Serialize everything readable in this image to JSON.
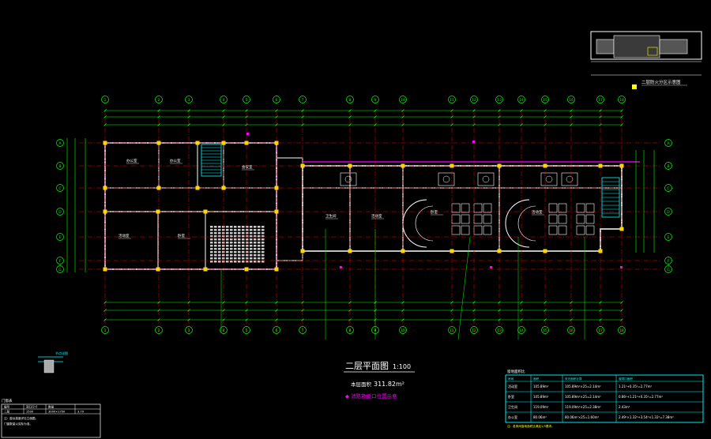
{
  "drawing": {
    "title": "二层平面图",
    "scale": "1:100",
    "area_label": "本层面积",
    "area_value": "311.82m²",
    "note_magenta": "◆ 消防救援口位置示意"
  },
  "key_plan": {
    "caption": "二层防火分区示意图"
  },
  "grid_columns": [
    "1",
    "2",
    "3",
    "4",
    "5",
    "6",
    "7",
    "8",
    "9",
    "10",
    "11",
    "12",
    "13",
    "14",
    "15",
    "16",
    "17",
    "18"
  ],
  "grid_rows": [
    "A",
    "B",
    "C",
    "D",
    "E",
    "F",
    "G",
    "H"
  ],
  "rooms": [
    {
      "name": "办公室"
    },
    {
      "name": "办公室"
    },
    {
      "name": "会议室"
    },
    {
      "name": "活动室"
    },
    {
      "name": "卧室"
    },
    {
      "name": "卫生间"
    },
    {
      "name": "活动室"
    },
    {
      "name": "卧室"
    },
    {
      "name": "活动室"
    }
  ],
  "ratio_table": {
    "header": "窗地面积比",
    "columns": [
      "房间",
      "面积",
      "采光面积计算",
      "窗洞口面积"
    ],
    "rows": [
      [
        "活动室",
        "105.89m²",
        "105.89m²×25=2.14m²",
        "1.21²+0.35²=2.77m²"
      ],
      [
        "卧室",
        "105.89m²",
        "105.89m²×25=2.14m²",
        "0.86²+1.21²+0.35²=2.77m²"
      ],
      [
        "卫生间",
        "119.09m²",
        "119.09m²×25=2.38m²",
        "2.43m²"
      ],
      [
        "办公室",
        "80.06m²",
        "80.06m²×25=1.60m²",
        "2.49²×1.32²+3.54²×1.32²=7.38m²"
      ]
    ],
    "footnote": "注：各房间窗地面积比满足1/5要求。"
  },
  "detail_small": {
    "label": "节点详图"
  },
  "left_table": {
    "header": "门窗表",
    "row_label": "二层",
    "cols": [
      "编号",
      "洞口尺寸",
      "数量"
    ],
    "values": [
      "1500",
      "3000×1750",
      "3.79"
    ],
    "notes": [
      "注：窗台高度详见立面图。",
      "门窗数量以实际为准。"
    ]
  },
  "colors": {
    "wall": "#ffffff",
    "axis": "#ff0000",
    "dim": "#00ff00",
    "column": "#ffd700",
    "cyan": "#00ffff",
    "magenta": "#ff00ff",
    "yellow": "#ffff00"
  }
}
